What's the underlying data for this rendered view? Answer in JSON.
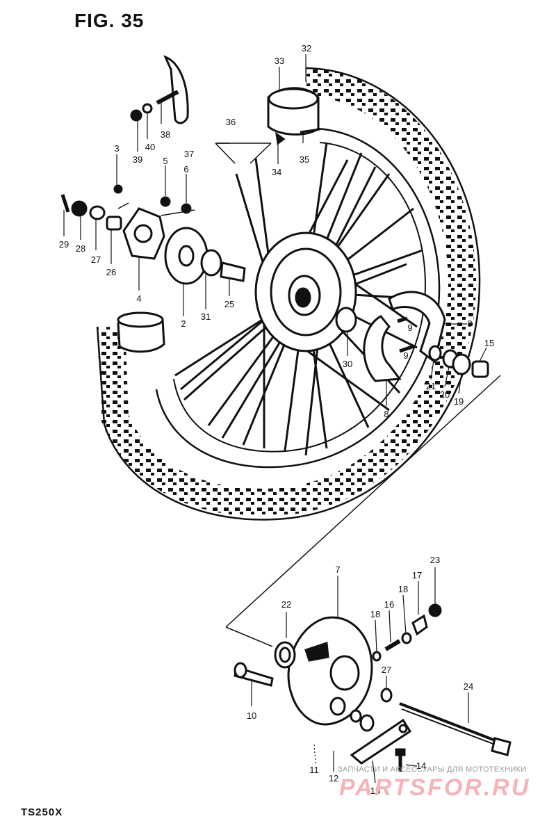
{
  "figure": {
    "title": "FIG. 35",
    "model": "TS250X"
  },
  "watermark": {
    "top_text": "ЗАПЧАСТИ И АКСЕССУАРЫ ДЛЯ МОТОТЕХНИКИ",
    "main_text": "PARTSFOR.RU",
    "color": "#f6b3b8"
  },
  "callouts": [
    {
      "id": "c32",
      "label": "32"
    },
    {
      "id": "c33",
      "label": "33"
    },
    {
      "id": "c34",
      "label": "34"
    },
    {
      "id": "c35",
      "label": "35"
    },
    {
      "id": "c36",
      "label": "36"
    },
    {
      "id": "c37",
      "label": "37"
    },
    {
      "id": "c38",
      "label": "38"
    },
    {
      "id": "c39",
      "label": "39"
    },
    {
      "id": "c40",
      "label": "40"
    },
    {
      "id": "c3",
      "label": "3"
    },
    {
      "id": "c5",
      "label": "5"
    },
    {
      "id": "c6",
      "label": "6"
    },
    {
      "id": "c29",
      "label": "29"
    },
    {
      "id": "c28",
      "label": "28"
    },
    {
      "id": "c27a",
      "label": "27"
    },
    {
      "id": "c26",
      "label": "26"
    },
    {
      "id": "c4",
      "label": "4"
    },
    {
      "id": "c2",
      "label": "2"
    },
    {
      "id": "c31",
      "label": "31"
    },
    {
      "id": "c25",
      "label": "25"
    },
    {
      "id": "c8a",
      "label": "8"
    },
    {
      "id": "c9a",
      "label": "9"
    },
    {
      "id": "c9b",
      "label": "9"
    },
    {
      "id": "c15",
      "label": "15"
    },
    {
      "id": "c30",
      "label": "30"
    },
    {
      "id": "c21",
      "label": "21"
    },
    {
      "id": "c20",
      "label": "20"
    },
    {
      "id": "c19",
      "label": "19"
    },
    {
      "id": "c8b",
      "label": "8"
    },
    {
      "id": "c7",
      "label": "7"
    },
    {
      "id": "c23",
      "label": "23"
    },
    {
      "id": "c22",
      "label": "22"
    },
    {
      "id": "c17",
      "label": "17"
    },
    {
      "id": "c18a",
      "label": "18"
    },
    {
      "id": "c18b",
      "label": "18"
    },
    {
      "id": "c16",
      "label": "16"
    },
    {
      "id": "c27b",
      "label": "27"
    },
    {
      "id": "c24",
      "label": "24"
    },
    {
      "id": "c10",
      "label": "10"
    },
    {
      "id": "c11",
      "label": "11"
    },
    {
      "id": "c12",
      "label": "12"
    },
    {
      "id": "c13",
      "label": "13"
    },
    {
      "id": "c14",
      "label": "14"
    }
  ]
}
